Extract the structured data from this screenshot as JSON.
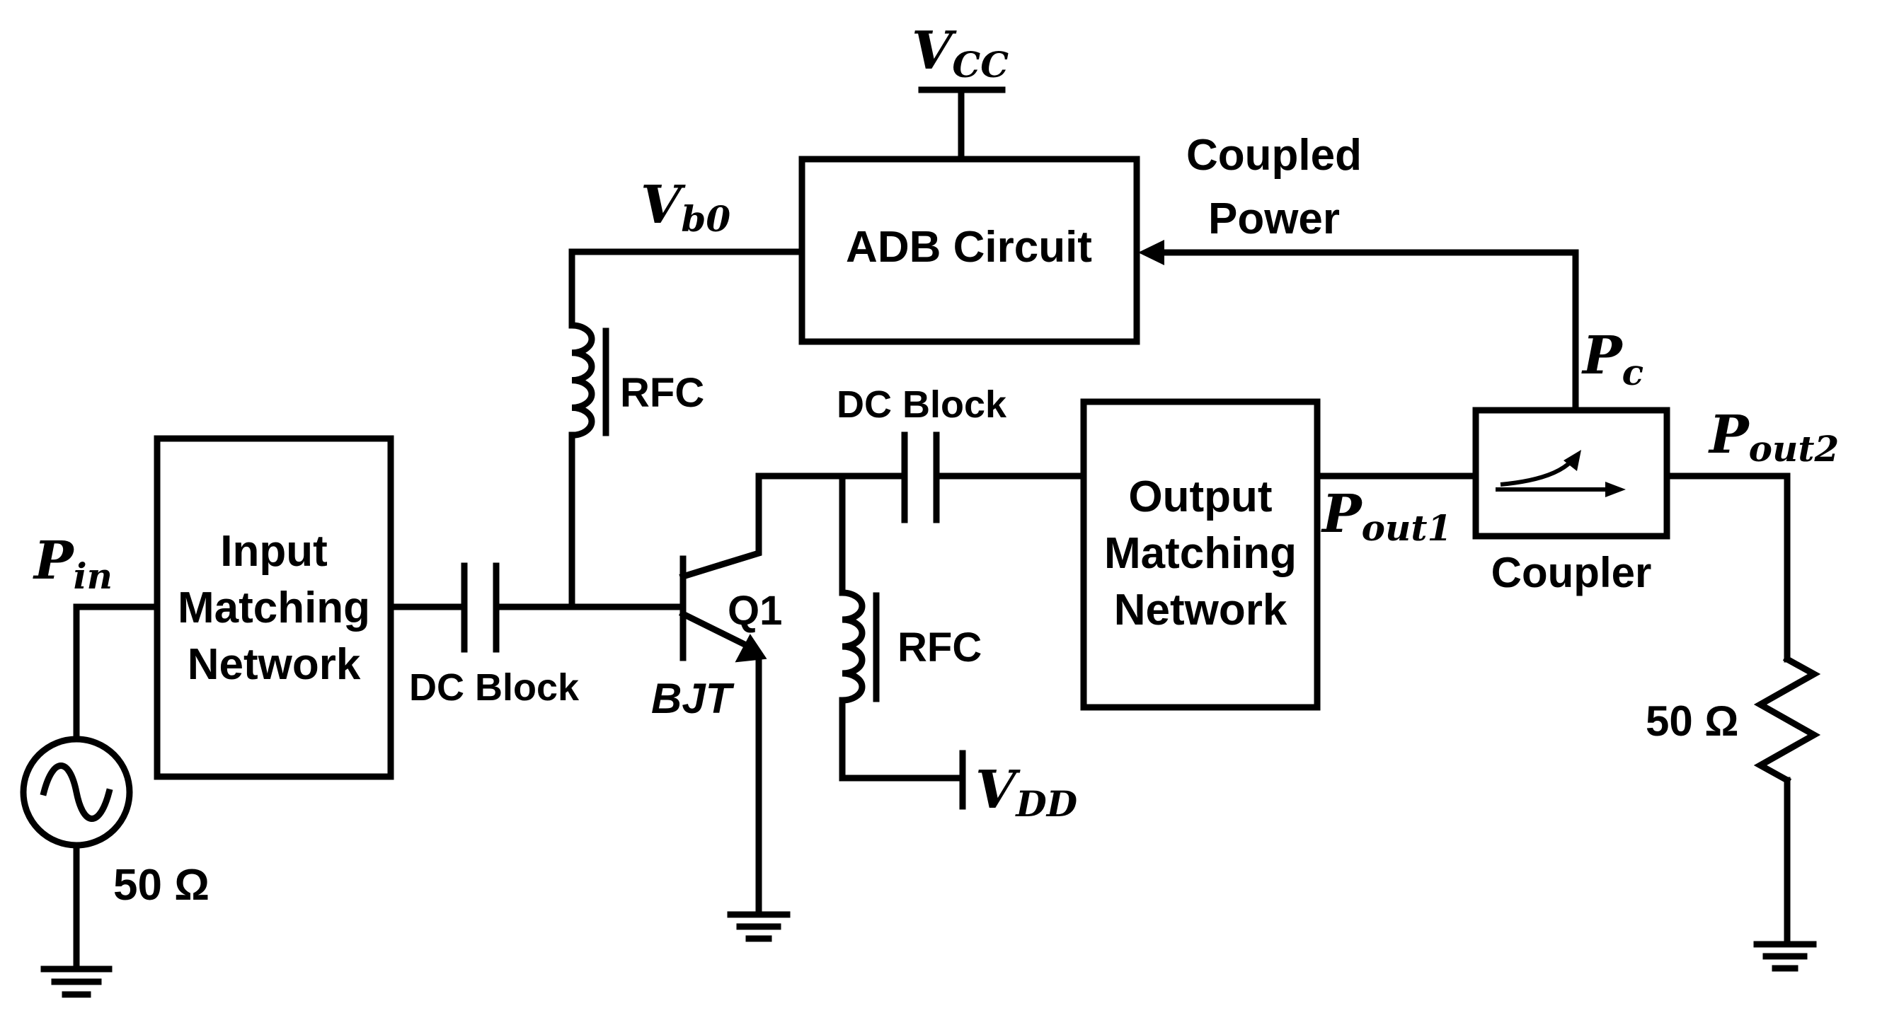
{
  "labels": {
    "vcc_main": "V",
    "vcc_sub": "CC",
    "vb0_main": "V",
    "vb0_sub": "b0",
    "adb_circuit": "ADB Circuit",
    "coupled_power_line1": "Coupled",
    "coupled_power_line2": "Power",
    "pc_main": "P",
    "pc_sub": "c",
    "rfc_top": "RFC",
    "rfc_bottom": "RFC",
    "dc_block_top": "DC Block",
    "dc_block_left": "DC Block",
    "pout2_main": "P",
    "pout2_sub": "out2",
    "pout1_main": "P",
    "pout1_sub": "out1",
    "pin_main": "P",
    "pin_sub": "in",
    "input_matching_line1": "Input",
    "input_matching_line2": "Matching",
    "input_matching_line3": "Network",
    "output_matching_line1": "Output",
    "output_matching_line2": "Matching",
    "output_matching_line3": "Network",
    "coupler": "Coupler",
    "q1": "Q1",
    "bjt": "BJT",
    "vdd_main": "V",
    "vdd_sub": "DD",
    "source_impedance": "50 Ω",
    "load_impedance": "50 Ω"
  }
}
